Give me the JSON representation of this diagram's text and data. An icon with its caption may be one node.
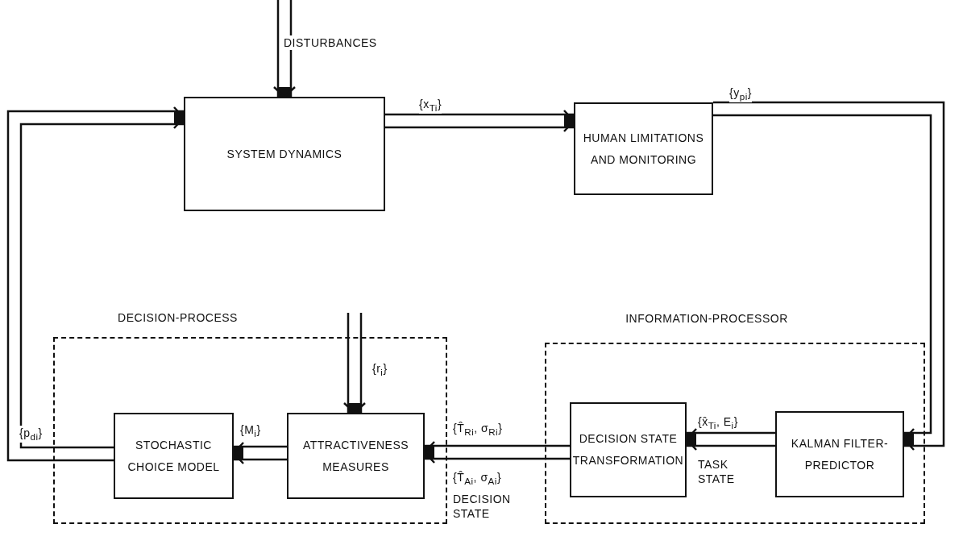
{
  "diagram": {
    "nodes": [
      {
        "text": [
          "SYSTEM DYNAMICS"
        ]
      },
      {
        "text": [
          "HUMAN LIMITATIONS AND MONITORING"
        ]
      },
      {
        "text": [
          "DECISION-PROCESS"
        ]
      },
      {
        "text": [
          "STOCHASTIC CHOICE MODEL"
        ],
        "in": 2
      },
      {
        "text": [
          "ATTRACTIVENESS MEASURES"
        ],
        "in": 2
      },
      {
        "text": [
          "INFORMATION-PROCESSOR"
        ]
      },
      {
        "text": [
          "DECISION STATE TRANSFORMATION"
        ],
        "in": 5
      },
      {
        "text": [
          "KALMAN FILTER-PREDICTOR"
        ],
        "in": 5
      }
    ],
    "edges": [
      {
        "from": null,
        "to": 0,
        "arrow": "to",
        "label": "DISTURBANCES"
      },
      {
        "from": 0,
        "to": 1,
        "arrow": "to",
        "label": "{x$_{Ti}$}"
      },
      {
        "from": 1,
        "to": 7,
        "arrow": "to",
        "label": "{y$_{pi}$}"
      },
      {
        "from": 7,
        "to": 6,
        "arrow": "to",
        "label": "{x̂$_{Ti}$, E$_{i}$}"
      },
      {
        "from": 6,
        "to": 4,
        "arrow": "to",
        "label": "{T̂$_{Ri}$, σ$_{Ri}$}"
      },
      {
        "from": null,
        "to": 4,
        "arrow": "to",
        "label": "{r$_{i}$}"
      },
      {
        "from": 4,
        "to": 3,
        "arrow": "to",
        "label": "{M$_{i}$}"
      },
      {
        "from": 3,
        "to": 0,
        "arrow": "to",
        "label": "{p$_{di}$}"
      }
    ],
    "labels": [
      "{T̂$_{Ai}$, σ$_{Ai}$}",
      "TASK STATE",
      "DECISION STATE"
    ]
  }
}
